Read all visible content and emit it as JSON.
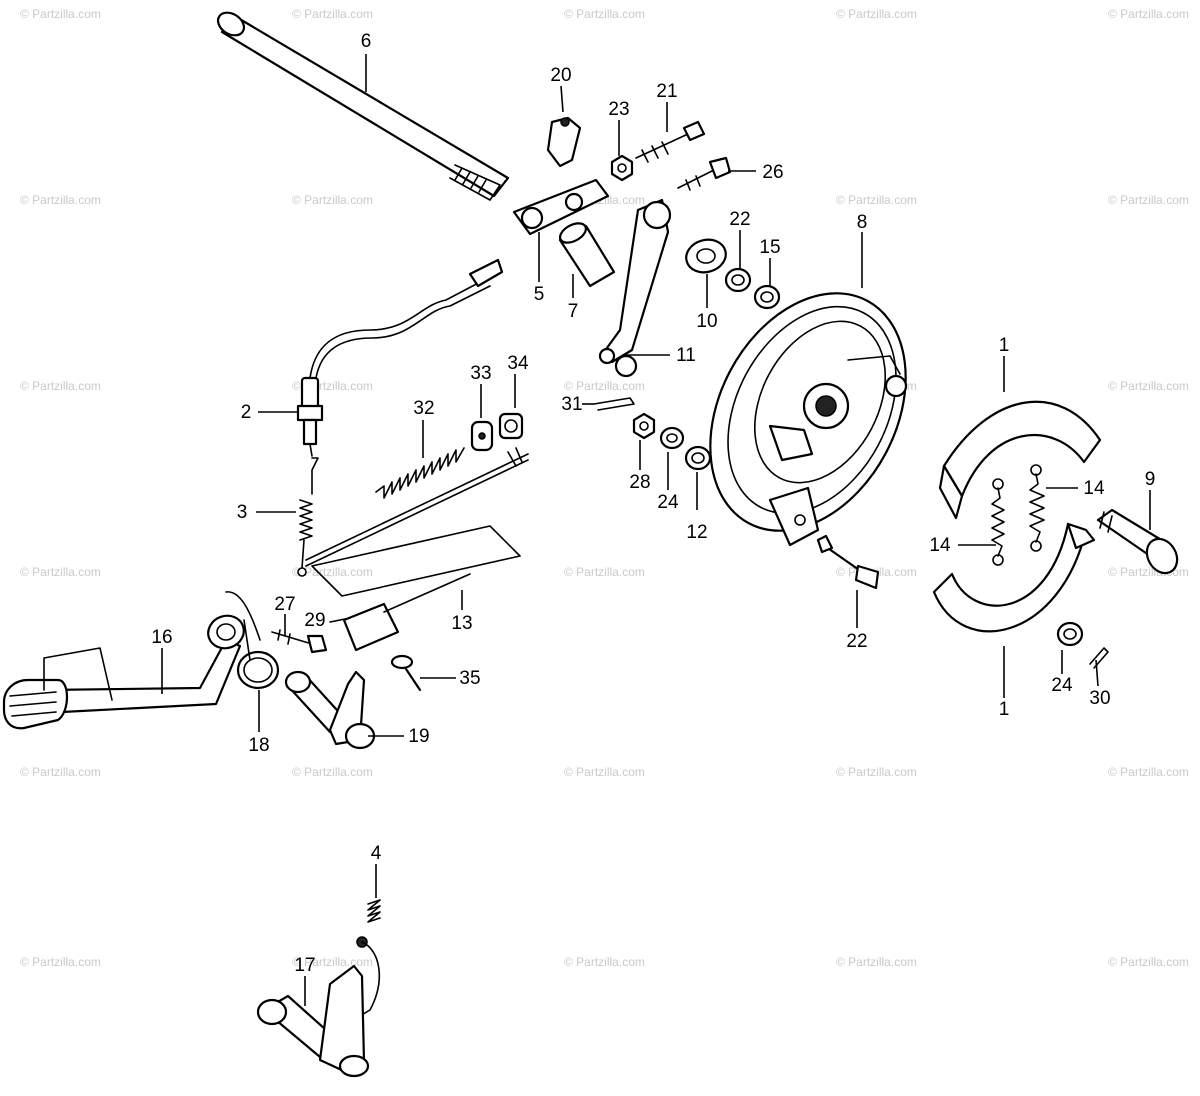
{
  "diagram": {
    "watermark_text": "© Partzilla.com",
    "callouts": [
      {
        "id": "c6",
        "text": "6"
      },
      {
        "id": "c20",
        "text": "20"
      },
      {
        "id": "c21",
        "text": "21"
      },
      {
        "id": "c23",
        "text": "23"
      },
      {
        "id": "c26",
        "text": "26"
      },
      {
        "id": "c8",
        "text": "8"
      },
      {
        "id": "c22a",
        "text": "22"
      },
      {
        "id": "c15",
        "text": "15"
      },
      {
        "id": "c5",
        "text": "5"
      },
      {
        "id": "c7",
        "text": "7"
      },
      {
        "id": "c10",
        "text": "10"
      },
      {
        "id": "c11",
        "text": "11"
      },
      {
        "id": "c1a",
        "text": "1"
      },
      {
        "id": "c33",
        "text": "33"
      },
      {
        "id": "c34",
        "text": "34"
      },
      {
        "id": "c2",
        "text": "2"
      },
      {
        "id": "c32",
        "text": "32"
      },
      {
        "id": "c31",
        "text": "31"
      },
      {
        "id": "c28",
        "text": "28"
      },
      {
        "id": "c24a",
        "text": "24"
      },
      {
        "id": "c12",
        "text": "12"
      },
      {
        "id": "c14a",
        "text": "14"
      },
      {
        "id": "c9",
        "text": "9"
      },
      {
        "id": "c3",
        "text": "3"
      },
      {
        "id": "c14b",
        "text": "14"
      },
      {
        "id": "c22b",
        "text": "22"
      },
      {
        "id": "c27",
        "text": "27"
      },
      {
        "id": "c29",
        "text": "29"
      },
      {
        "id": "c13",
        "text": "13"
      },
      {
        "id": "c16",
        "text": "16"
      },
      {
        "id": "c35",
        "text": "35"
      },
      {
        "id": "c24b",
        "text": "24"
      },
      {
        "id": "c30",
        "text": "30"
      },
      {
        "id": "c1b",
        "text": "1"
      },
      {
        "id": "c18",
        "text": "18"
      },
      {
        "id": "c19",
        "text": "19"
      },
      {
        "id": "c4",
        "text": "4"
      },
      {
        "id": "c17",
        "text": "17"
      }
    ]
  }
}
